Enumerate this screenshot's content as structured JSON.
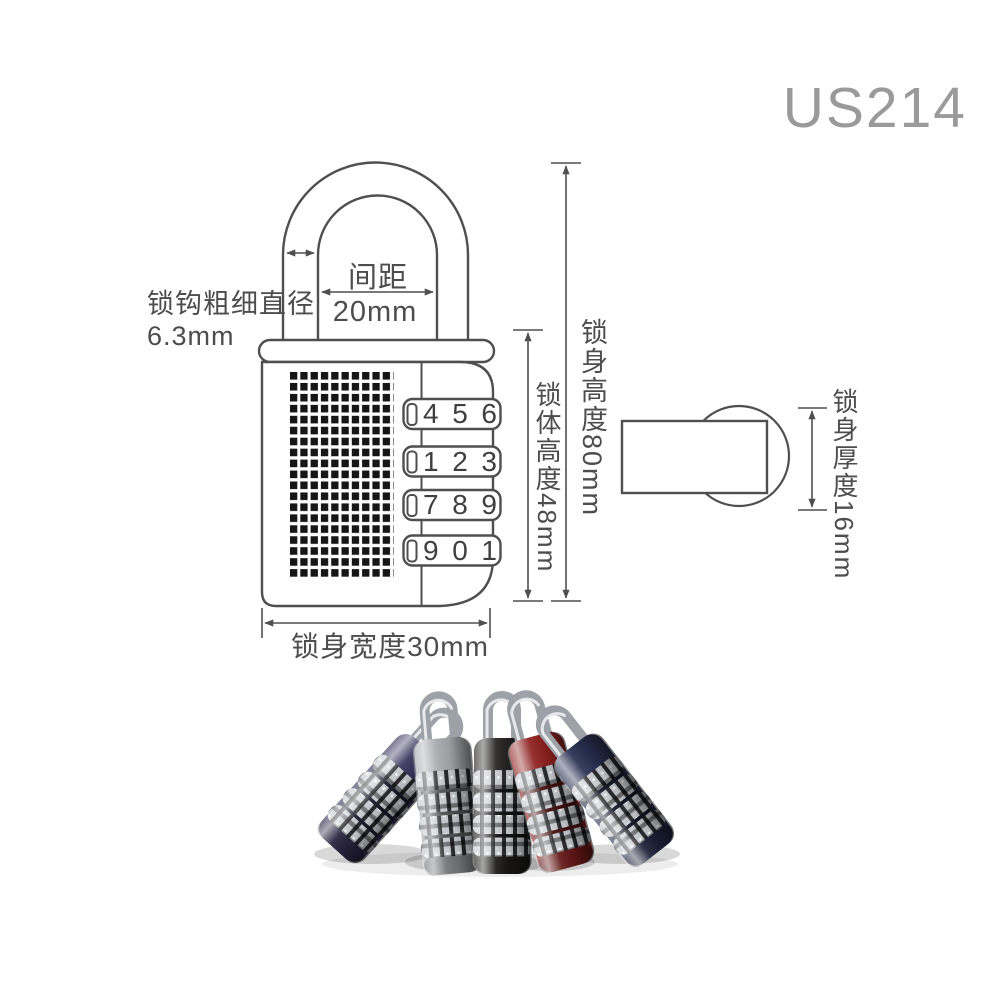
{
  "product_code": "US214",
  "colors": {
    "line": "#4f4f4f",
    "text": "#4d4d4d",
    "title_gray": "#9a9a9a"
  },
  "diagram": {
    "shackle_diameter_label": "锁钩粗细直径",
    "shackle_diameter_value": "6.3mm",
    "gap_label": "间距",
    "gap_value": "20mm",
    "body_height_label": "锁体高度48mm",
    "overall_height_label": "锁身高度80mm",
    "thickness_label": "锁身厚度16mm",
    "width_label": "锁身宽度30mm",
    "wheels": [
      {
        "digits": [
          "4",
          "5",
          "6"
        ]
      },
      {
        "digits": [
          "1",
          "2",
          "3"
        ]
      },
      {
        "digits": [
          "7",
          "8",
          "9"
        ]
      },
      {
        "digits": [
          "9",
          "0",
          "1"
        ]
      }
    ]
  },
  "photo": {
    "locks": [
      {
        "name": "purple-navy-lock",
        "color": "#38335c"
      },
      {
        "name": "silver-lock",
        "color": "#a6a8ac"
      },
      {
        "name": "black-lock",
        "color": "#22211f"
      },
      {
        "name": "red-lock",
        "color": "#8e2120"
      },
      {
        "name": "navy-lock",
        "color": "#283052"
      }
    ]
  }
}
